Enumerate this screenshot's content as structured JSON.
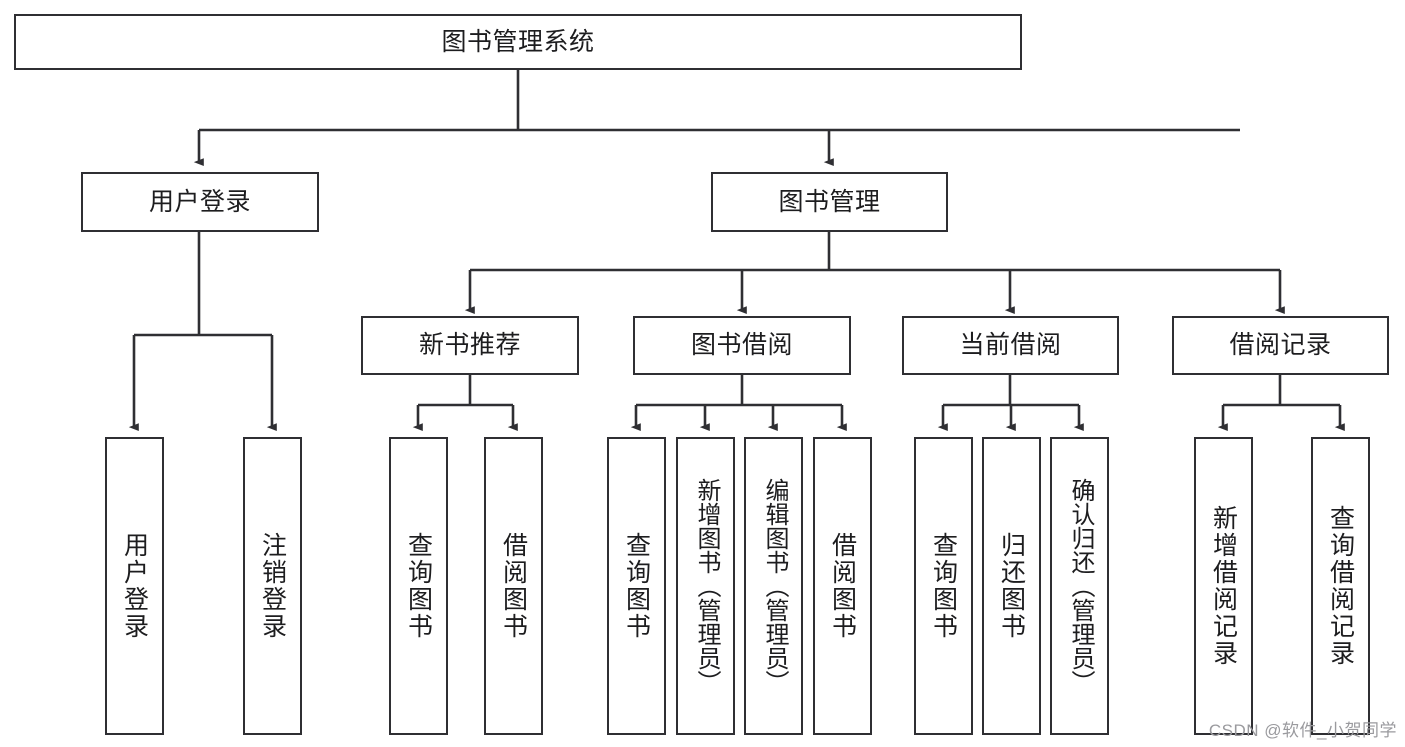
{
  "diagram": {
    "title": "图书管理系统",
    "type": "tree-hierarchy-diagram",
    "colors": {
      "box_stroke": "#2f2f33",
      "box_fill": "#ffffff",
      "connector": "#2f2f33",
      "text": "#1d1d1f",
      "watermark": "#9a9a9e",
      "background": "#ffffff"
    }
  },
  "root": {
    "label": "图书管理系统"
  },
  "level2": [
    {
      "label": "用户登录"
    },
    {
      "label": "图书管理"
    }
  ],
  "level3": [
    {
      "label": "新书推荐"
    },
    {
      "label": "图书借阅"
    },
    {
      "label": "当前借阅"
    },
    {
      "label": "借阅记录"
    }
  ],
  "leaves": {
    "user_login": [
      {
        "label": "用户登录"
      },
      {
        "label": "注销登录"
      }
    ],
    "new_book_recommend": [
      {
        "label": "查询图书"
      },
      {
        "label": "借阅图书"
      }
    ],
    "book_borrow": [
      {
        "label": "查询图书"
      },
      {
        "label": "新增图书（管理员）"
      },
      {
        "label": "编辑图书（管理员）"
      },
      {
        "label": "借阅图书"
      }
    ],
    "current_borrow": [
      {
        "label": "查询图书"
      },
      {
        "label": "归还图书"
      },
      {
        "label": "确认归还（管理员）"
      }
    ],
    "borrow_record": [
      {
        "label": "新增借阅记录"
      },
      {
        "label": "查询借阅记录"
      }
    ]
  },
  "watermark": {
    "text": "CSDN @软件_小贺同学"
  }
}
